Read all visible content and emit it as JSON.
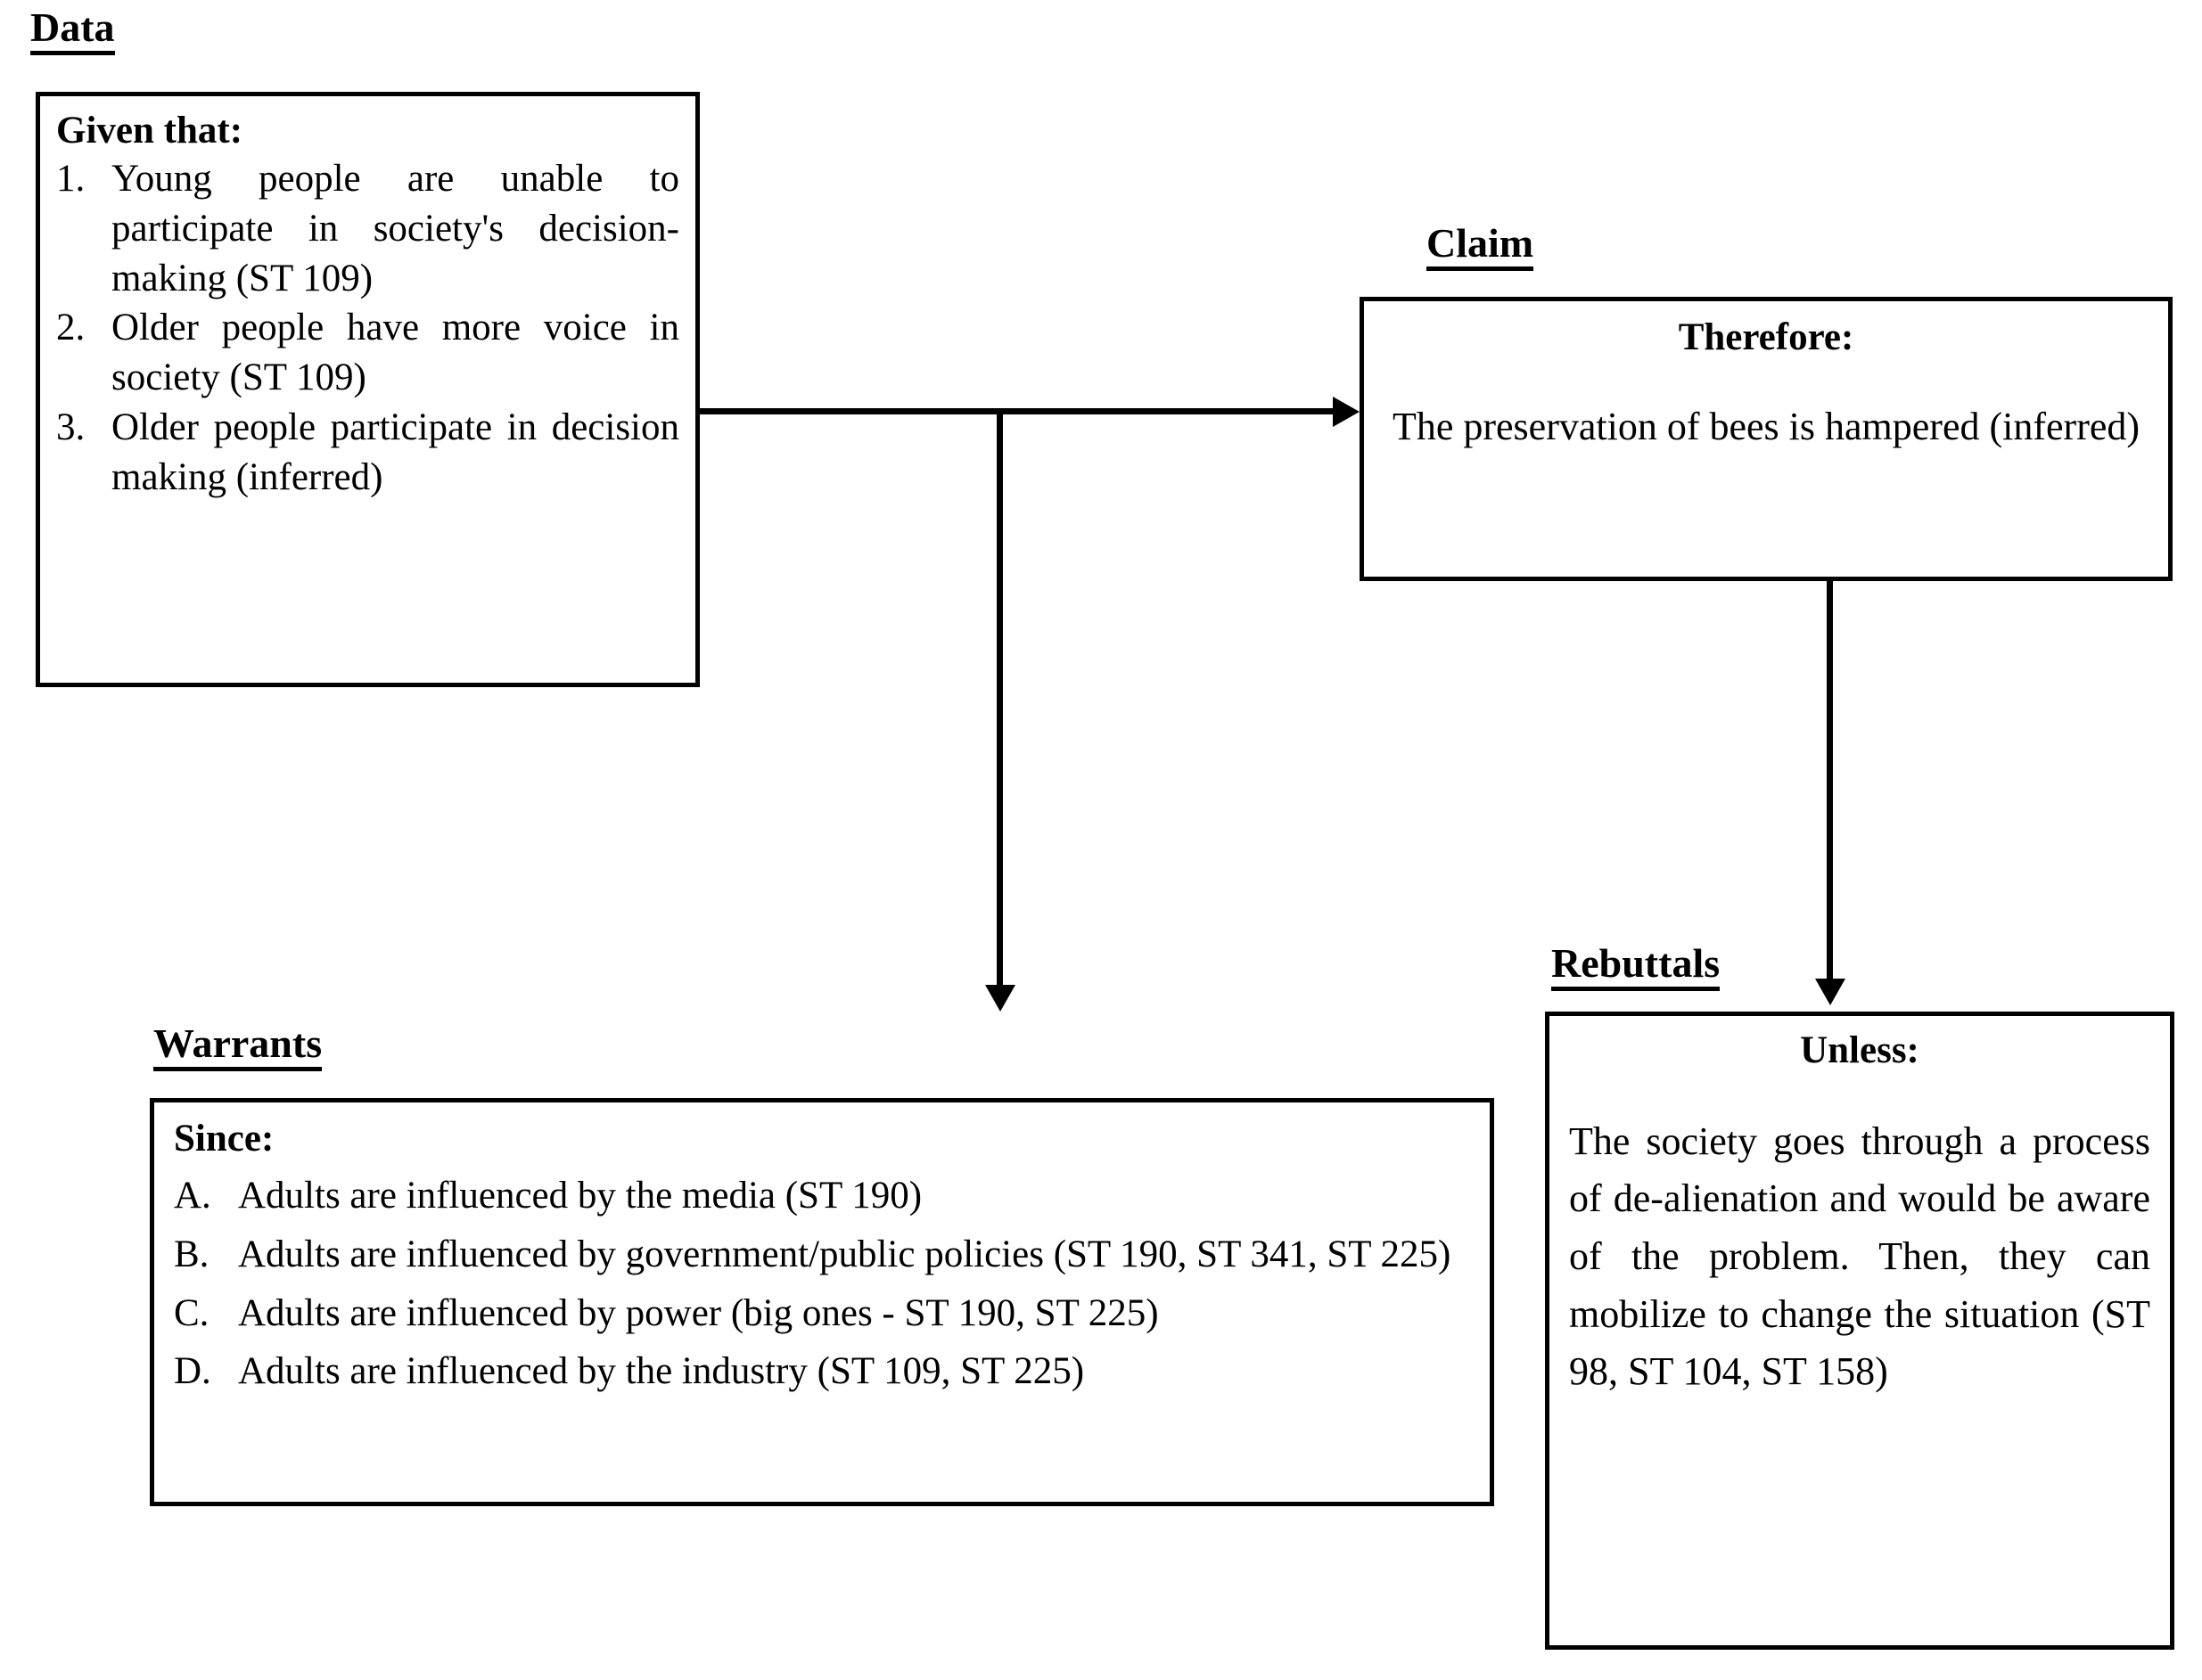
{
  "diagram": {
    "title": "Toulmin argumentation diagram",
    "sections": {
      "data": {
        "label": "Data",
        "box_title": "Given that:",
        "items": [
          {
            "marker": "1.",
            "text": "Young people are unable to participate in society's decision-making (ST 109)"
          },
          {
            "marker": "2.",
            "text": "Older people have more voice in society (ST 109)"
          },
          {
            "marker": "3.",
            "text": "Older people participate in decision making (inferred)"
          }
        ]
      },
      "claim": {
        "label": "Claim",
        "box_title": "Therefore:",
        "text": "The preservation of bees is hampered (inferred)"
      },
      "warrants": {
        "label": "Warrants",
        "box_title": "Since:",
        "items": [
          {
            "marker": "A.",
            "text": "Adults are influenced by the media (ST 190)"
          },
          {
            "marker": "B.",
            "text": "Adults are influenced by government/public policies (ST 190, ST 341, ST 225)"
          },
          {
            "marker": "C.",
            "text": "Adults are influenced by power (big ones - ST 190, ST 225)"
          },
          {
            "marker": "D.",
            "text": "Adults are influenced by the industry (ST 109, ST 225)"
          }
        ]
      },
      "rebuttals": {
        "label": "Rebuttals",
        "box_title": "Unless:",
        "text": "The society goes through a process of de-alienation and would be aware of the problem. Then, they can mobilize to change the situation (ST 98, ST 104, ST 158)"
      }
    },
    "connectors": [
      {
        "name": "data-to-claim",
        "type": "arrow-right"
      },
      {
        "name": "data-to-warrants",
        "type": "arrow-down"
      },
      {
        "name": "claim-to-rebuttals",
        "type": "arrow-down"
      }
    ],
    "colors": {
      "stroke": "#000000",
      "background": "#ffffff"
    }
  }
}
